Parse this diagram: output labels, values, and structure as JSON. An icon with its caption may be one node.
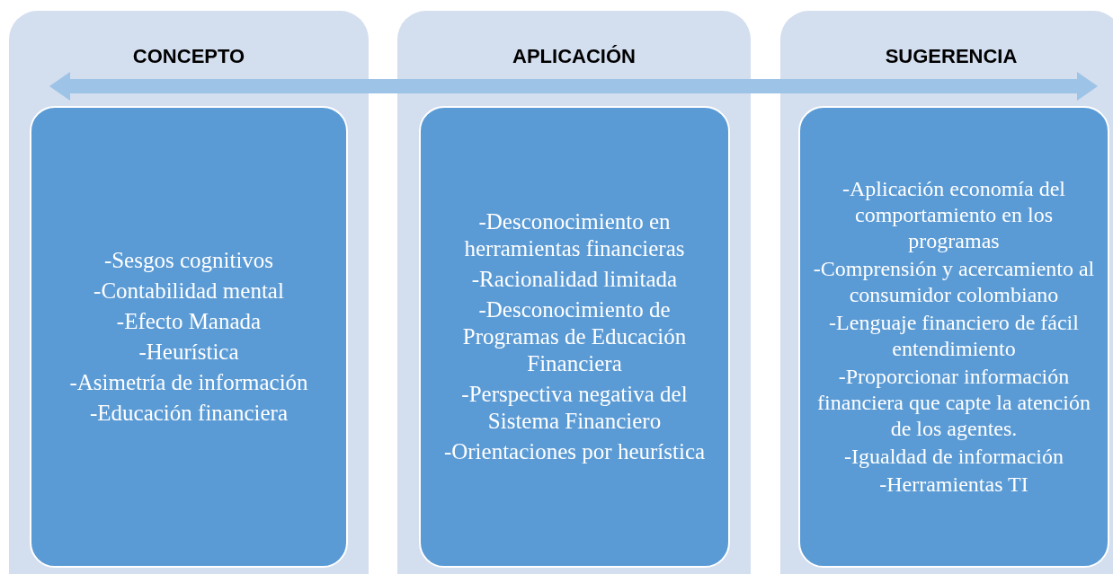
{
  "diagram": {
    "nodes": [
      {
        "text": [
          "CONCEPTO"
        ]
      },
      {
        "text": [
          "-Sesgos cognitivos",
          "-Contabilidad mental",
          "-Efecto Manada",
          "-Heurística",
          "-Asimetría de información",
          "-Educación financiera"
        ],
        "in": 0
      },
      {
        "text": [
          "APLICACIÓN"
        ]
      },
      {
        "text": [
          "-Desconocimiento en herramientas financieras",
          "-Racionalidad limitada",
          "-Desconocimiento de Programas de Educación Financiera",
          "-Perspectiva negativa del Sistema Financiero",
          "-Orientaciones por heurística"
        ],
        "in": 2
      },
      {
        "text": [
          "SUGERENCIA"
        ]
      },
      {
        "text": [
          "-Aplicación economía del comportamiento en los programas",
          "-Comprensión y acercamiento al consumidor colombiano",
          "-Lenguaje financiero de fácil entendimiento",
          "-Proporcionar información financiera que capte la atención de los agentes.",
          "-Igualdad de información",
          "-Herramientas TI"
        ],
        "in": 4
      }
    ]
  }
}
